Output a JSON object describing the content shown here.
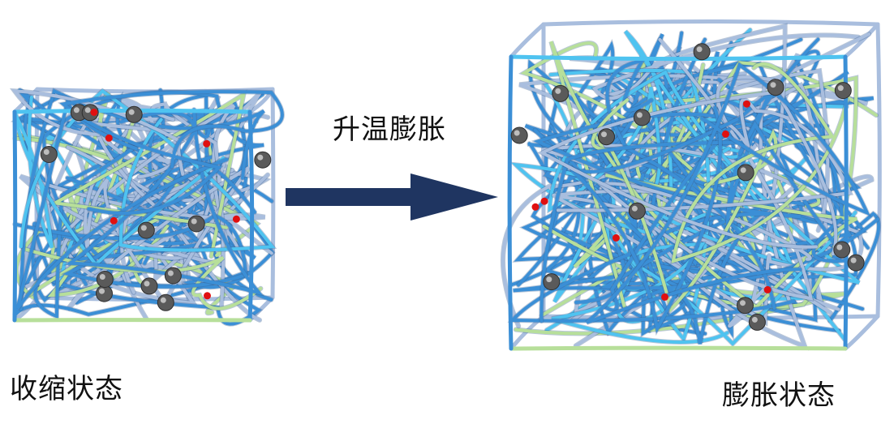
{
  "diagram": {
    "process_label": "升温膨胀",
    "left_state_label": "收缩状态",
    "right_state_label": "膨胀状态"
  },
  "colors": {
    "arrow": "#1f3561",
    "fiber_blue": "#3b8fd6",
    "fiber_cyan": "#4fc3f0",
    "fiber_pale": "#a9bede",
    "fiber_green": "#b7df9a",
    "node_gray": "#5a5a5a",
    "node_red": "#e01010"
  },
  "icons": {
    "arrow": "right-arrow-icon",
    "network_contracted": "polymer-network-contracted",
    "network_expanded": "polymer-network-expanded"
  }
}
